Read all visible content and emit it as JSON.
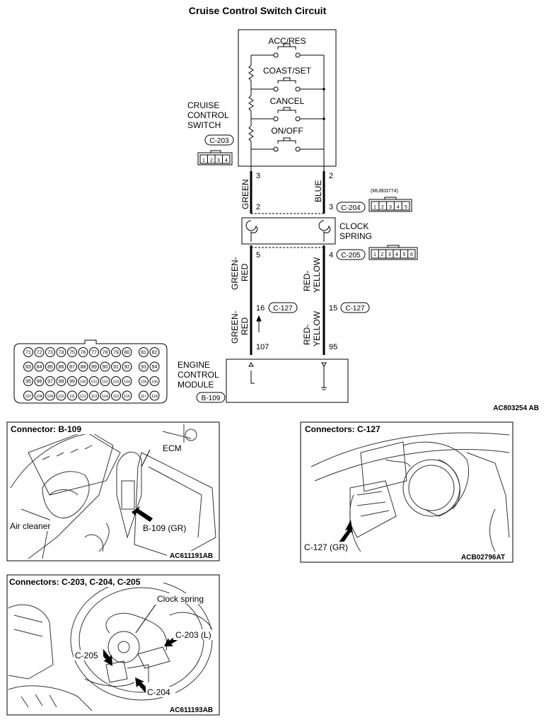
{
  "title": "Cruise Control Switch Circuit",
  "switch": {
    "name_lines": [
      "CRUISE",
      "CONTROL",
      "SWITCH"
    ],
    "connector": "C-203",
    "pins": [
      "1",
      "2",
      "3",
      "4"
    ],
    "buttons": [
      "ACC/RES",
      "COAST/SET",
      "CANCEL",
      "ON/OFF"
    ]
  },
  "left_wire": {
    "color_top": "GREEN",
    "color_mid": [
      "GREEN-",
      "RED"
    ],
    "color_low": [
      "GREEN-",
      "RED"
    ],
    "pin_switch": "3",
    "pin_clock_in": "2",
    "pin_clock_out": "5",
    "pin_c127": "16",
    "pin_ecm": "107"
  },
  "right_wire": {
    "color_top": "BLUE",
    "color_mid": [
      "RED-",
      "YELLOW"
    ],
    "color_low": [
      "RED-",
      "YELLOW"
    ],
    "pin_switch": "2",
    "pin_clock_in": "3",
    "pin_clock_out": "4",
    "pin_c127": "15",
    "pin_ecm": "95"
  },
  "connectors": {
    "c204": "C-204",
    "c204_part": "(MU803774)",
    "c204_pins": [
      "1",
      "2",
      "3",
      "4",
      "5"
    ],
    "c205": "C-205",
    "c205_pins": [
      "1",
      "2",
      "3",
      "4",
      "5",
      "6"
    ],
    "c127": "C-127",
    "b109": "B-109"
  },
  "clock_spring": [
    "CLOCK",
    "SPRING"
  ],
  "ecm": {
    "name_lines": [
      "ENGINE",
      "CONTROL",
      "MODULE"
    ],
    "connector": "B-109",
    "pin_rows": [
      [
        "71",
        "72",
        "73",
        "74",
        "75",
        "76",
        "77",
        "78",
        "79",
        "80",
        "81",
        "82"
      ],
      [
        "83",
        "84",
        "85",
        "86",
        "87",
        "88",
        "89",
        "90",
        "91",
        "92",
        "93",
        "94"
      ],
      [
        "95",
        "96",
        "97",
        "98",
        "99",
        "100",
        "101",
        "102",
        "103",
        "104",
        "105",
        "106"
      ],
      [
        "107",
        "108",
        "109",
        "110",
        "111",
        "112",
        "113",
        "114",
        "115",
        "116",
        "117",
        "118"
      ]
    ]
  },
  "diagram_ref": "AC803254 AB",
  "panels": {
    "b109": {
      "heading": "Connector: B-109",
      "callout_ecm": "ECM",
      "callout_air": "Air cleaner",
      "callout_conn": "B-109 (GR)",
      "ref": "AC611191AB"
    },
    "c127": {
      "heading": "Connectors: C-127",
      "callout_conn": "C-127 (GR)",
      "ref": "ACB02796AT"
    },
    "c203": {
      "heading": "Connectors: C-203, C-204, C-205",
      "callout_clock": "Clock spring",
      "callout_c203": "C-203 (L)",
      "callout_c205": "C-205",
      "callout_c204": "C-204",
      "ref": "AC611193AB"
    }
  }
}
